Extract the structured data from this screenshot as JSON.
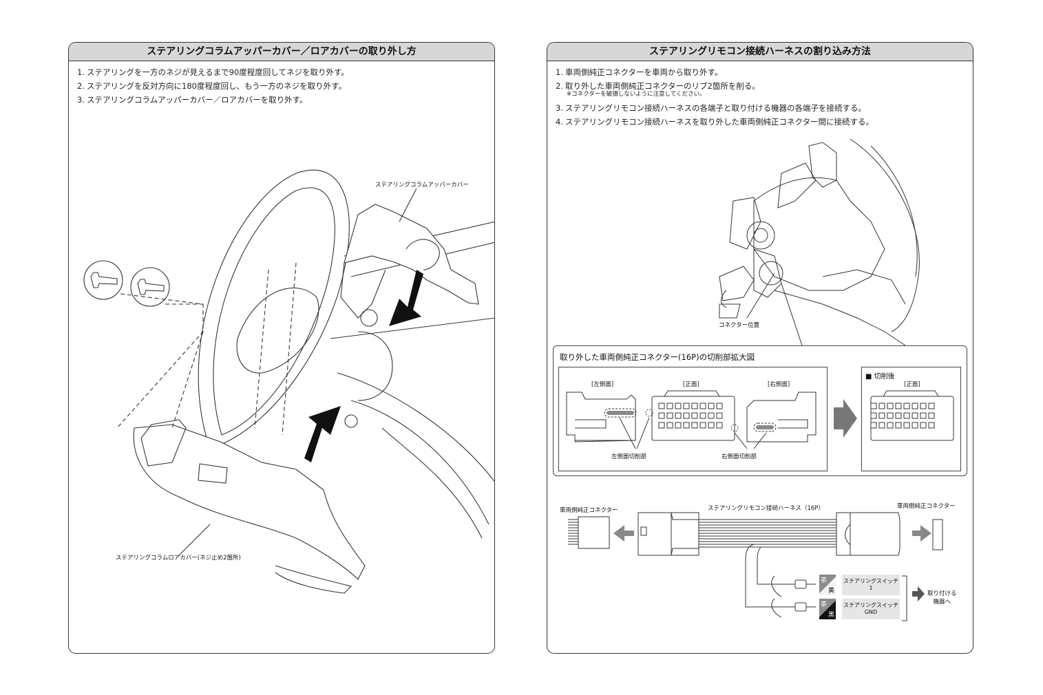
{
  "left": {
    "title": "ステアリングコラムアッパーカバー／ロアカバーの取り外し方",
    "steps": [
      {
        "num": "1.",
        "text": "ステアリングを一方のネジが見えるまで90度程度回してネジを取り外す。"
      },
      {
        "num": "2.",
        "text": "ステアリングを反対方向に180度程度回し、もう一方のネジを取り外す。"
      },
      {
        "num": "3.",
        "text": "ステアリングコラムアッパーカバー／ロアカバーを取り外す。"
      }
    ],
    "label_upper": "ステアリングコラムアッパーカバー",
    "label_lower": "ステアリングコラムロアカバー(ネジ止め2箇所)"
  },
  "right": {
    "title": "ステアリングリモコン接続ハーネスの割り込み方法",
    "steps": [
      {
        "num": "1.",
        "text": "車両側純正コネクターを車両から取り外す。"
      },
      {
        "num": "2.",
        "text": "取り外した車両側純正コネクターのリブ2箇所を削る。"
      },
      {
        "num": "3.",
        "text": "ステアリングリモコン接続ハーネスの各端子と取り付ける機器の各端子を接続する。"
      },
      {
        "num": "4.",
        "text": "ステアリングリモコン接続ハーネスを取り外した車両側純正コネクター間に接続する。"
      }
    ],
    "note": "※コネクターを破損しないように注意してください。",
    "connector_position": "コネクター位置",
    "enlarged_title": "取り外した車両側純正コネクター(16P)の切削部拡大図",
    "view_left": "[左側面]",
    "view_front": "[正面]",
    "view_right": "[右側面]",
    "after_cut": "■ 切削後",
    "after_front": "[正面]",
    "cut_left": "左側面切削部",
    "cut_right": "右側面切削部",
    "harness": {
      "left_connector": "車両側純正コネクター",
      "harness_name": "ステアリングリモコン接続ハーネス（16P）",
      "right_connector": "車両側純正コネクター",
      "wire1_top": "茶",
      "wire1_bottom": "黄",
      "wire2_top": "茶",
      "wire2_bottom": "黒",
      "switch1": "ステアリングスイッチ1",
      "switch_gnd_1": "ステアリングスイッチ",
      "switch_gnd_2": "GND",
      "device_1": "取り付ける",
      "device_2": "機器へ"
    },
    "colors": {
      "brown": "#8b8b8b",
      "yellow": "#f2f2f2",
      "black": "#111111",
      "chip": "#e6e6e6"
    }
  }
}
